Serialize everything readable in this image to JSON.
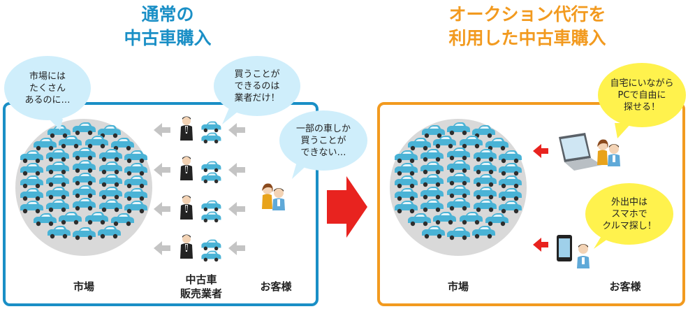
{
  "left_title": "通常の\n中古車購入",
  "right_title": "オークション代行を\n利用した中古車購入",
  "labels": {
    "market_left": "市場",
    "dealer": "中古車\n販売業者",
    "customer_left": "お客様",
    "market_right": "市場",
    "customer_right": "お客様"
  },
  "bubbles": {
    "market_many": "市場には\nたくさん\nあるのに…",
    "only_dealers": "買うことが\nできるのは\n業者だけ！",
    "only_some": "一部の車しか\n買うことが\nできない…",
    "home_pc": "自宅にいながら\nPCで自由に\n探せる！",
    "outside_phone": "外出中は\nスマホで\nクルマ探し！"
  },
  "colors": {
    "left_accent": "#1a8fc6",
    "right_accent": "#f29a1f",
    "car": "#4ab3d6",
    "big_arrow": "#e8231f",
    "bubble_blue": "#cfeefb",
    "bubble_yellow": "#fff24d"
  },
  "icons": [
    "car-icon",
    "dealer-person-icon",
    "customer-pair-icon",
    "laptop-icon",
    "smartphone-icon",
    "gray-arrow-icon",
    "red-arrow-icon"
  ]
}
